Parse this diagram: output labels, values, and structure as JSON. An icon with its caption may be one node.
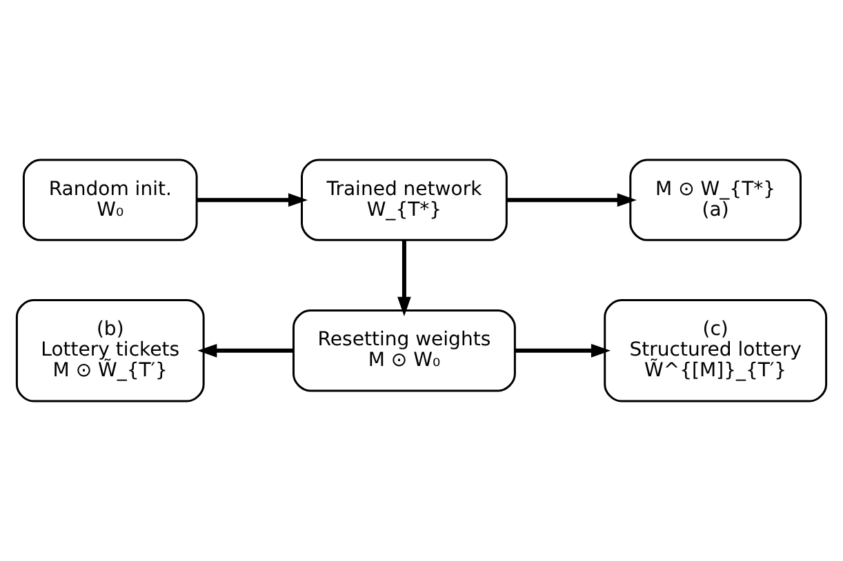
{
  "diagram": {
    "nodes": [
      {
        "text": [
          "Random init.",
          "W₀"
        ]
      },
      {
        "text": [
          "Trained network",
          "W_{T*}"
        ]
      },
      {
        "text": [
          "M ⊙ W_{T*}",
          "(a)"
        ]
      },
      {
        "text": [
          "(b)",
          "Lottery tickets",
          "M ⊙ W̃_{T′}"
        ]
      },
      {
        "text": [
          "Resetting weights",
          "M ⊙ W₀"
        ]
      },
      {
        "text": [
          "(c)",
          "Structured lottery",
          "W̃^{[M]}_{T′}"
        ]
      }
    ],
    "edges": [
      {
        "from": 0,
        "to": 1,
        "arrow": "to"
      },
      {
        "from": 1,
        "to": 2,
        "arrow": "to"
      },
      {
        "from": 1,
        "to": 4,
        "arrow": "to"
      },
      {
        "from": 4,
        "to": 3,
        "arrow": "to"
      },
      {
        "from": 4,
        "to": 5,
        "arrow": "to"
      }
    ]
  }
}
